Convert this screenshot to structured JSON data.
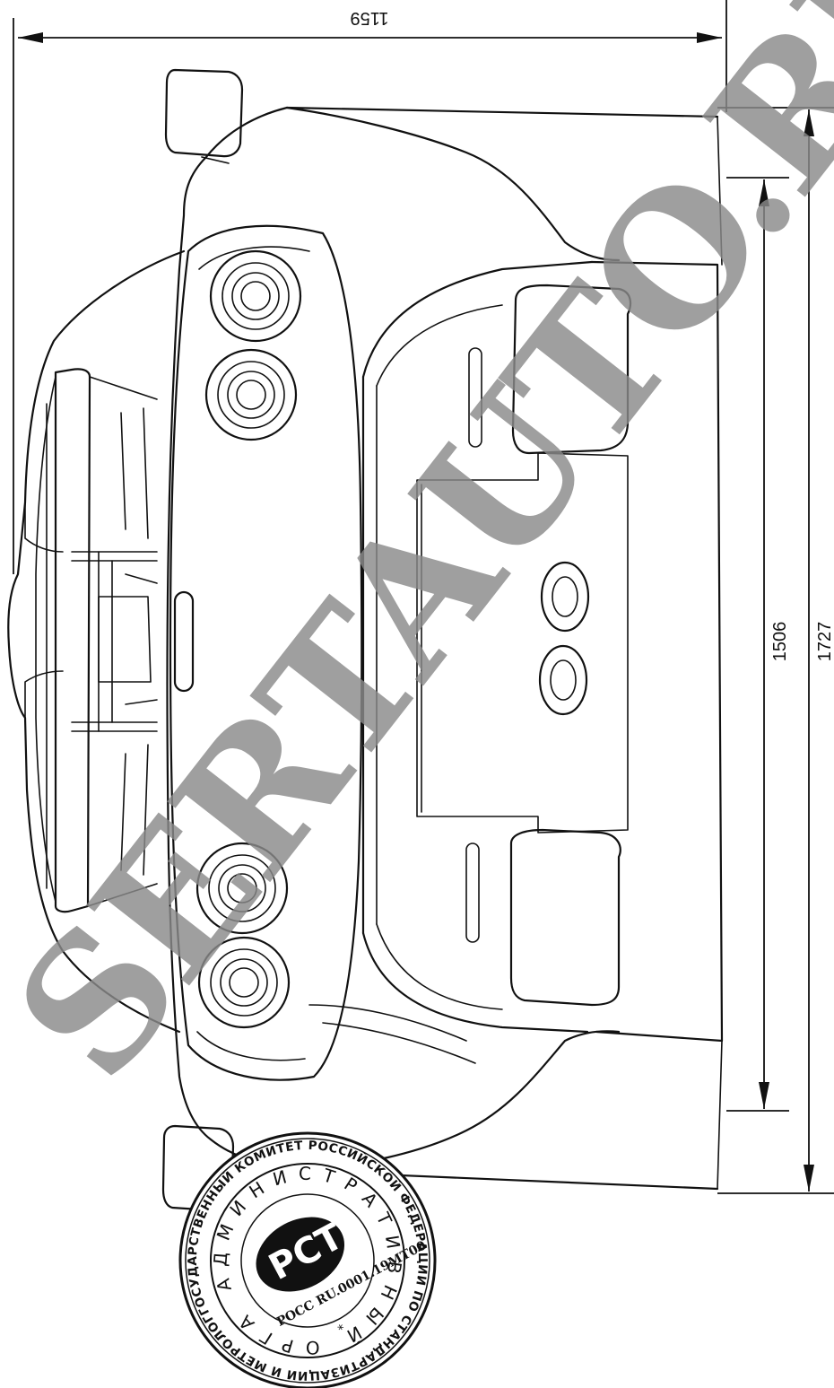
{
  "dimensions": {
    "width_total": "1159",
    "wheelbase_inner": "1506",
    "overall_length": "1727"
  },
  "watermark": {
    "text": "SERTAUTO.RU"
  },
  "seal": {
    "outer_text": "ГОСУДАРСТВЕННЫЙ КОМИТЕТ РОССИЙСКОЙ ФЕДЕРАЦИИ ПО СТАНДАРТИЗАЦИИ И МЕТРОЛОГИИ",
    "inner_text": "АДМИНИСТРАТИВНЫЙ ОРГАН",
    "logo_text": "PCT",
    "code": "РОСС RU.0001.19МТ00"
  }
}
